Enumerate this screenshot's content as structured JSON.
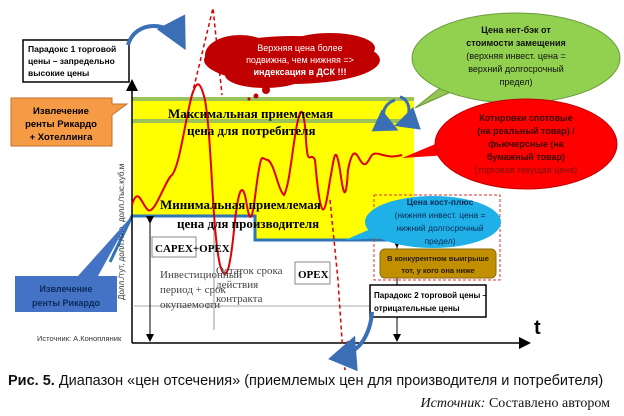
{
  "diagram": {
    "paradox1": [
      "Парадокс 1 торговой",
      "цены – запредельно",
      "высокие цены"
    ],
    "rent_ricardo_hotelling": [
      "Извлечение",
      "ренты Рикардо",
      "+ Хотеллинга"
    ],
    "cloud": [
      "Верхняя цена более",
      "подвижна, чем нижняя =>",
      "индексация в ДСК !!!"
    ],
    "netback": [
      "Цена нет-бэк от",
      "стоимости замещения",
      "(верхняя инвест. цена =",
      "верхний долгосрочный",
      "предел)"
    ],
    "quotes": [
      "Котировки спотовые",
      "(на реальный товар) /",
      "фьючерсные (на",
      "бумажный товар)",
      "(торговая текущая цена)"
    ],
    "max_price": [
      "Максимальная приемлемая",
      "цена для потребителя"
    ],
    "min_price": [
      "Минимальная приемлемая",
      "цена для производителя"
    ],
    "y_axis_label": "Долл./тут, долл./тнэ, долл./тыс.куб.м",
    "x_axis_label": "t",
    "capex_opex": "CAPEX+OPEX",
    "opex": "OPEX",
    "invest_period": [
      "Инвестиционный",
      "период + срок",
      "окупаемости"
    ],
    "contract_rest": [
      "Остаток срока",
      "действия",
      "контракта"
    ],
    "cost_plus": [
      "Цена кост-плюс",
      "(нижняя инвест. цена =",
      "нижний долгосрочный",
      "предел)"
    ],
    "competition": [
      "В конкурентном выигрыше",
      "тот, у кого она ниже"
    ],
    "paradox2": [
      "Парадокс 2 торговой  цены –",
      "отрицательные цены"
    ],
    "rent_ricardo": [
      "Извлечение",
      "ренты Рикардо"
    ],
    "source_inner": "Источник: А.Конопляник"
  },
  "caption": {
    "label": "Рис. 5.",
    "text": " Диапазон «цен отсечения» (приемлемых цен для производителя и потребителя)"
  },
  "source": {
    "label": "Источник:",
    "text": " Составлено автором"
  }
}
